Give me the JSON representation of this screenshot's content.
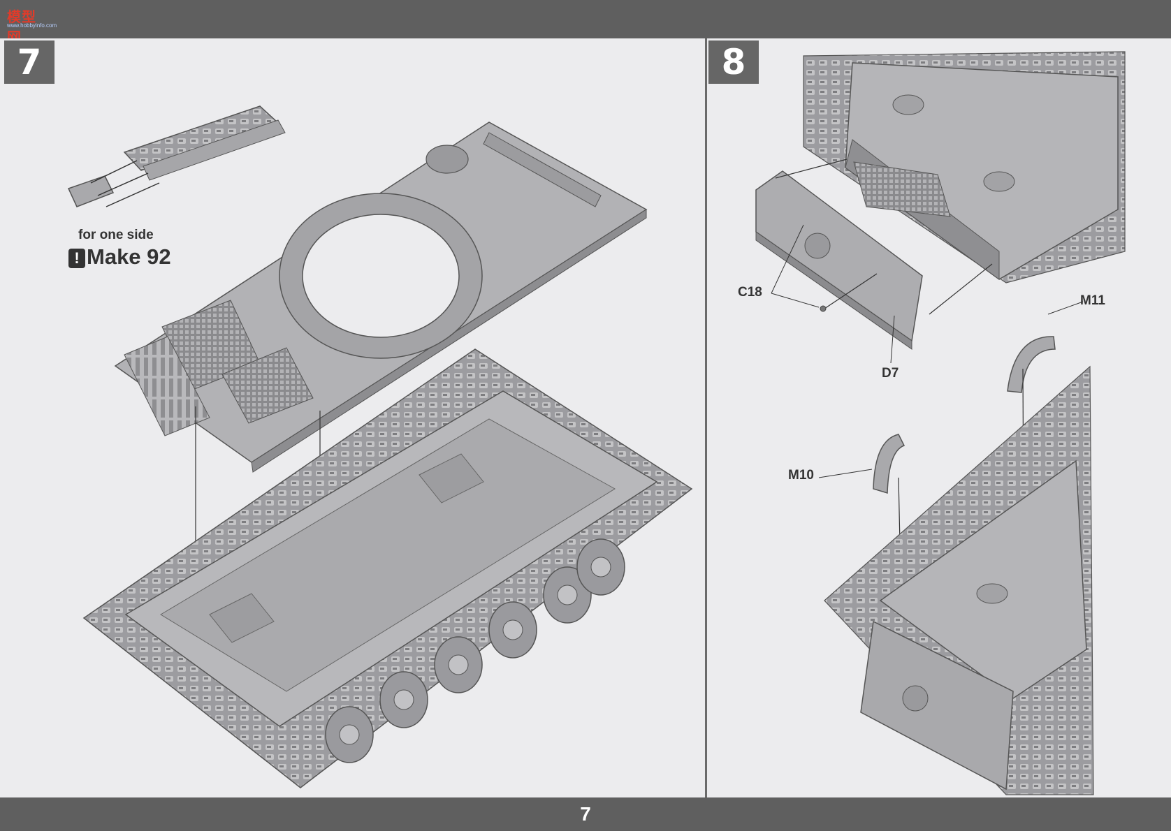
{
  "header": {
    "logo_text": "模型网",
    "logo_url": "www.hobbyinfo.com"
  },
  "page_number": "7",
  "step7": {
    "number": "7",
    "note": "for one side",
    "make_label": "Make 92",
    "warning_icon": "exclamation-icon"
  },
  "step8": {
    "number": "8",
    "parts": {
      "c18": "C18",
      "d7": "D7",
      "m11": "M11",
      "m10": "M10"
    }
  },
  "colors": {
    "band": "#5f5f5f",
    "paper": "#ececee",
    "part_gray": "#a9a9ab",
    "text": "#333333"
  }
}
